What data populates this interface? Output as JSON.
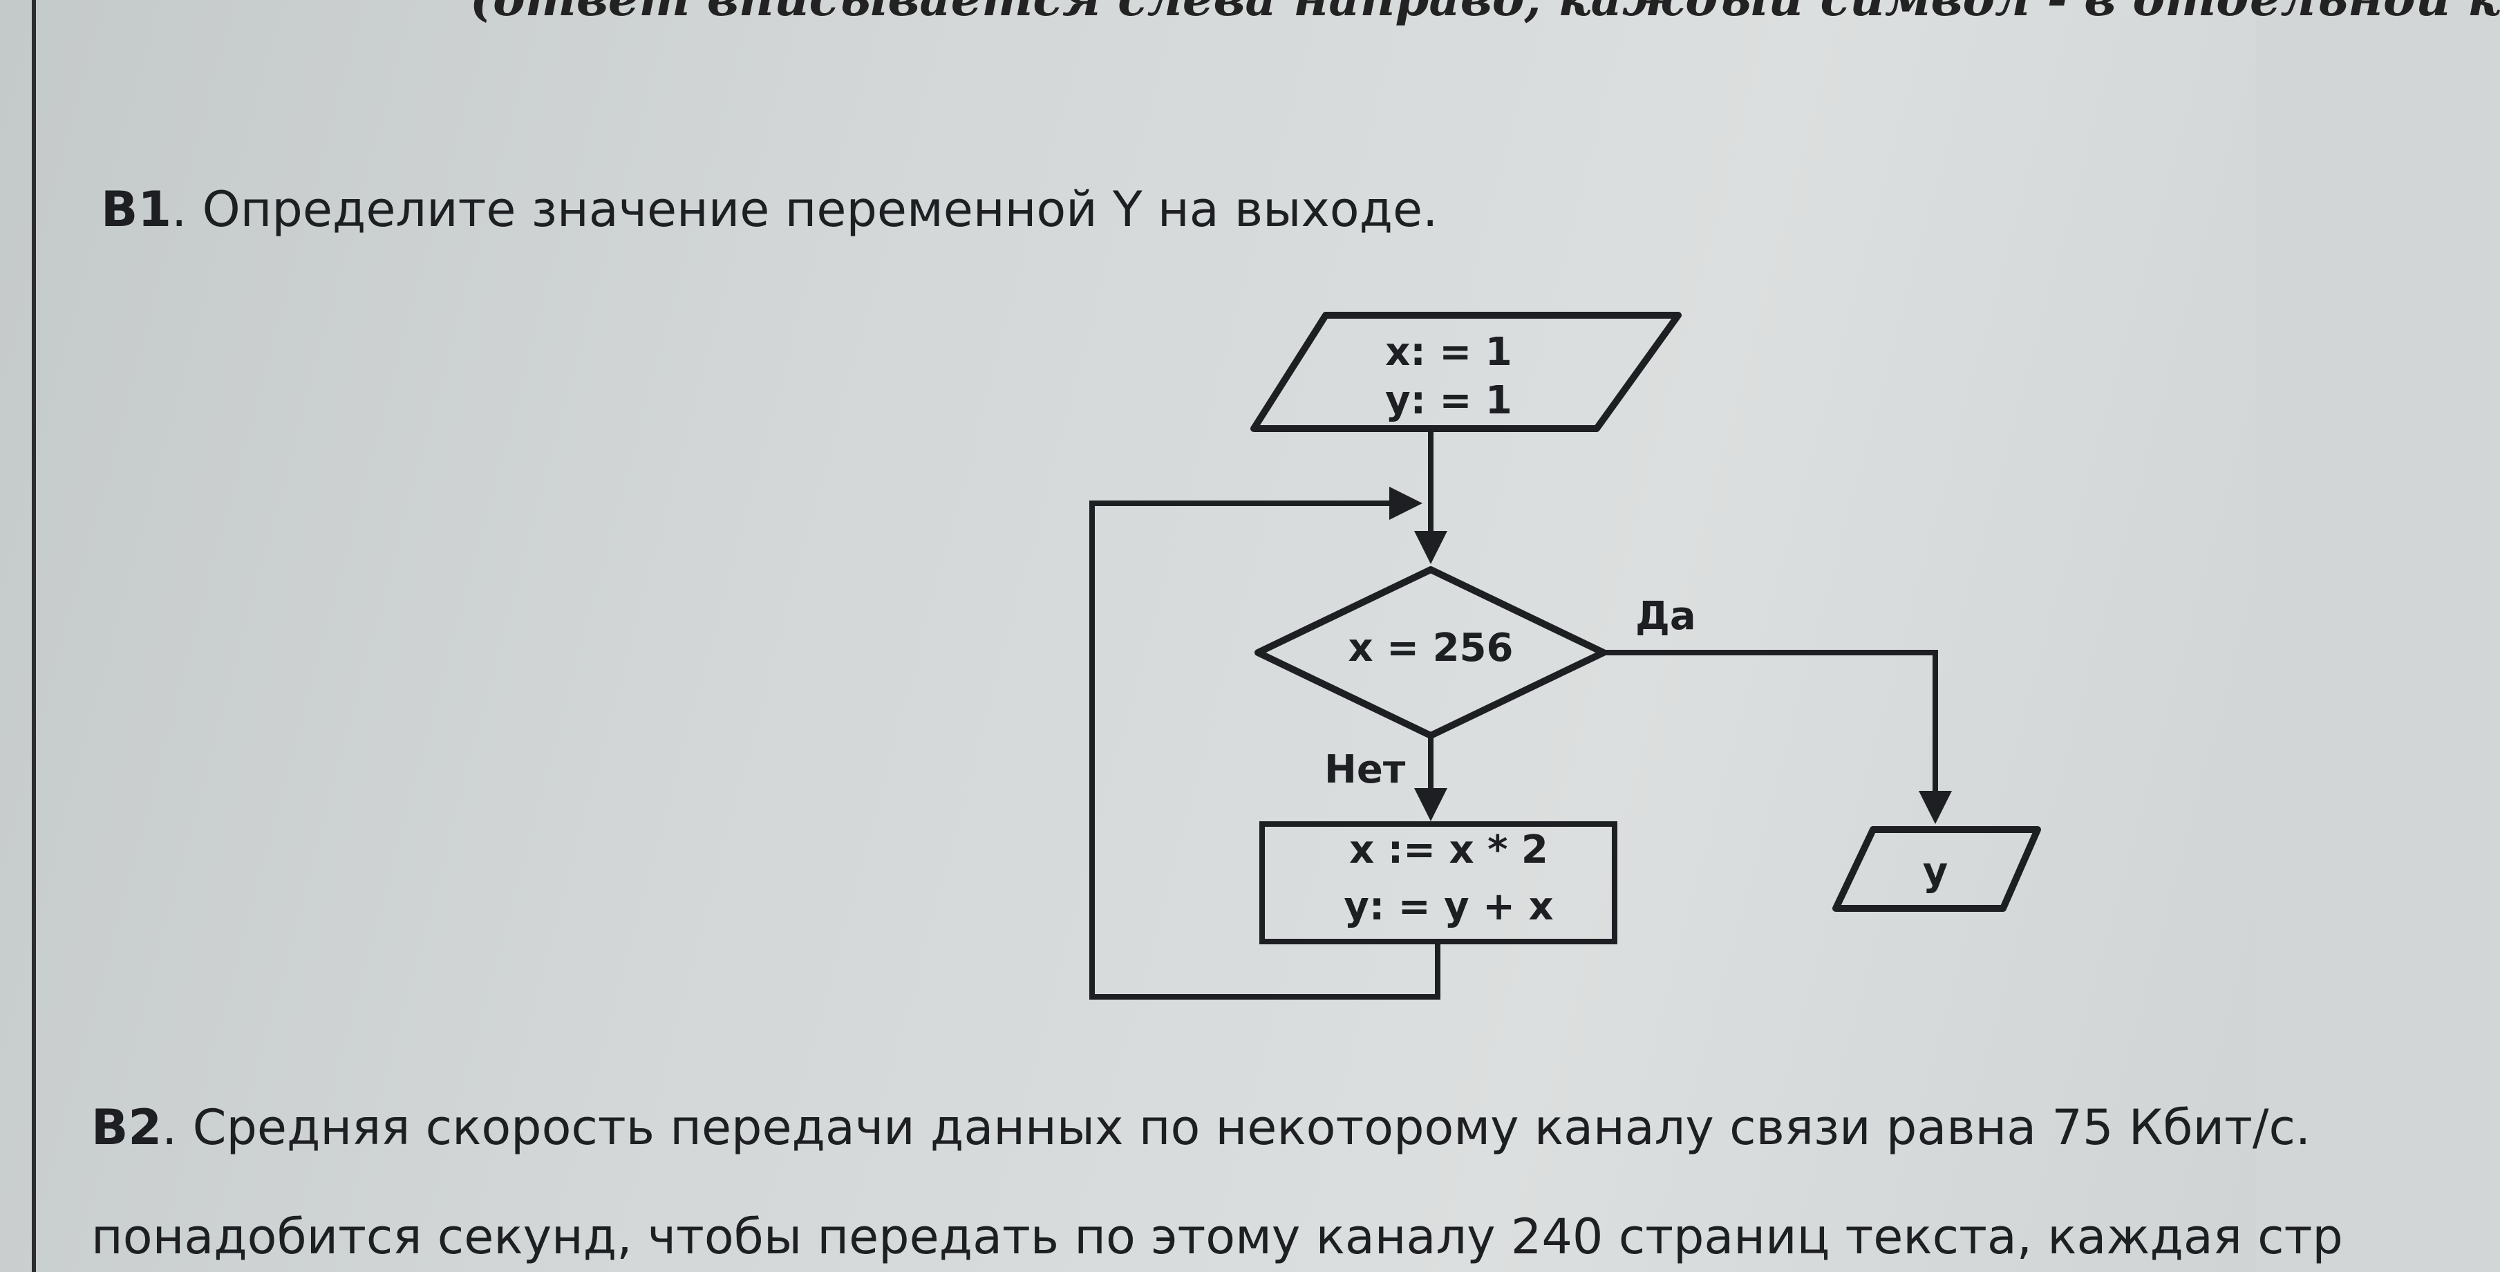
{
  "header": {
    "cut_text": "(ответ вписывается слева направо, каждый символ - в отдельной к"
  },
  "b1": {
    "number": "В1",
    "question": ". Определите значение переменной  Y  на выходе."
  },
  "flowchart": {
    "input_line1": "x: = 1",
    "input_line2": "y: = 1",
    "condition": "x = 256",
    "yes_label": "Да",
    "no_label": "Нет",
    "process_line1": "x := x * 2",
    "process_line2": "y: = y + x",
    "output": "y"
  },
  "b2": {
    "number": "В2",
    "line1": ". Средняя скорость передачи данных по некоторому каналу связи равна 75 Кбит/с.",
    "line2": "понадобится секунд, чтобы передать по этому каналу 240 страниц текста, каждая стр"
  }
}
